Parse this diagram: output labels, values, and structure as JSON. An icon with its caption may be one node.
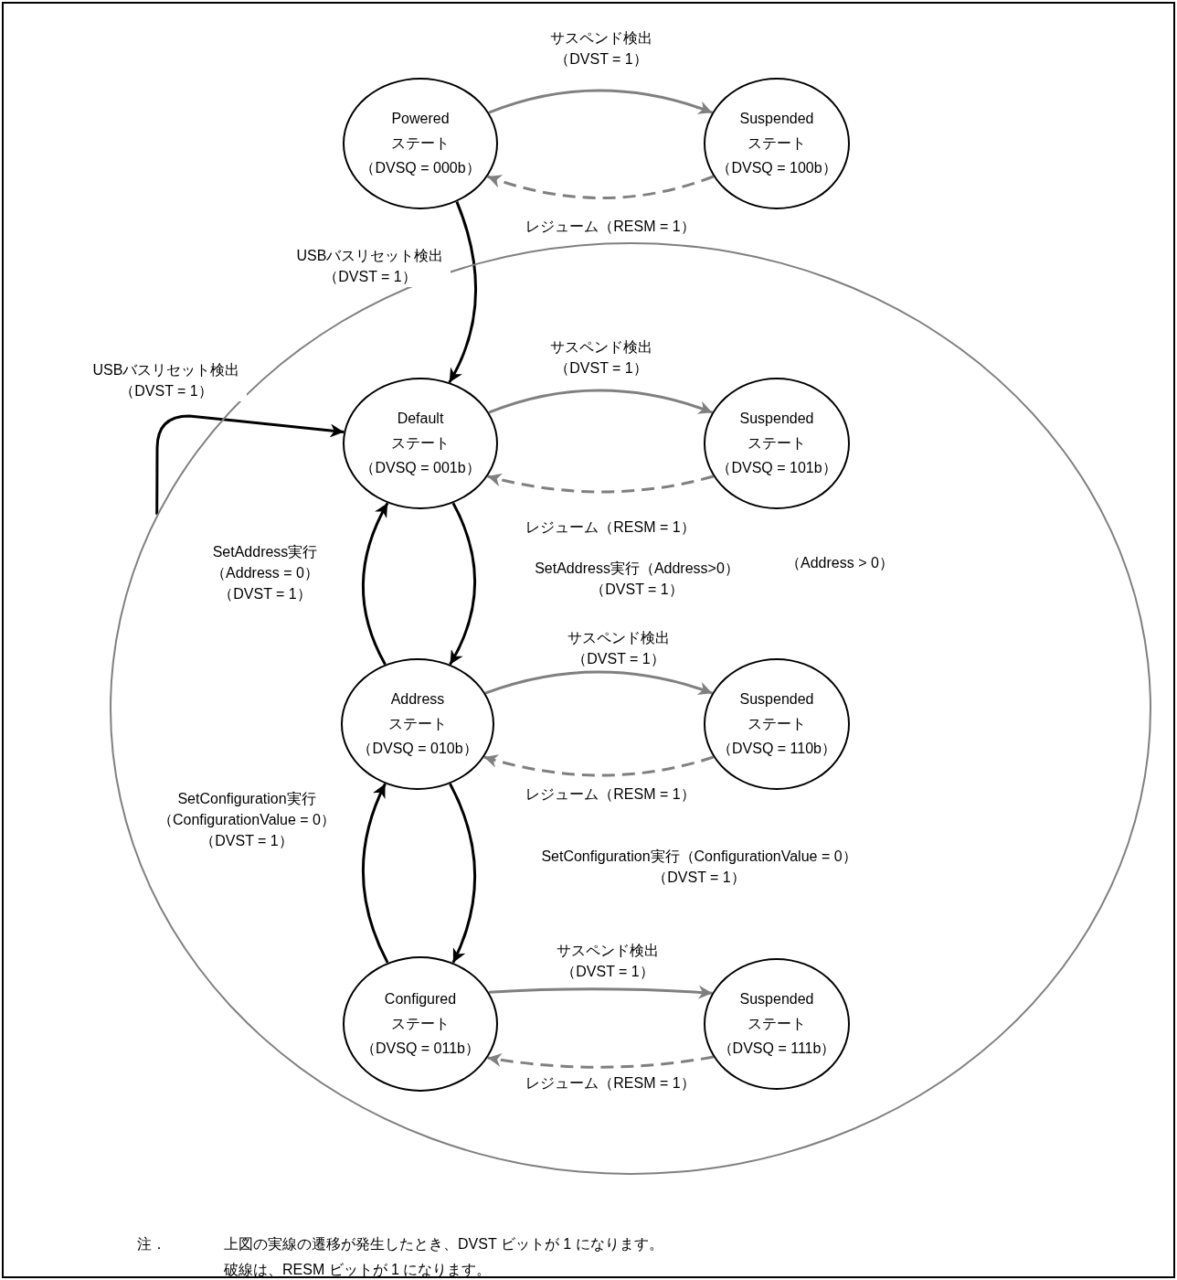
{
  "diagram": {
    "nodes": [
      {
        "text": [
          "Powered",
          "ステート",
          "（DVSQ = 000b）"
        ]
      },
      {
        "text": [
          "Suspended",
          "ステート",
          "（DVSQ = 100b）"
        ]
      },
      {
        "text": [],
        "shape": "ellipse"
      },
      {
        "text": [
          "Default",
          "ステート",
          "（DVSQ = 001b）"
        ],
        "in": 2
      },
      {
        "text": [
          "Suspended",
          "ステート",
          "（DVSQ = 101b）"
        ],
        "in": 2
      },
      {
        "text": [
          "Address",
          "ステート",
          "（DVSQ = 010b）"
        ],
        "in": 2
      },
      {
        "text": [
          "Suspended",
          "ステート",
          "（DVSQ = 110b）"
        ],
        "in": 2
      },
      {
        "text": [
          "Configured",
          "ステート",
          "（DVSQ = 011b）"
        ],
        "in": 2
      },
      {
        "text": [
          "Suspended",
          "ステート",
          "（DVSQ = 111b）"
        ],
        "in": 2
      }
    ],
    "edges": [
      {
        "from": 0,
        "to": 1,
        "arrow": "to",
        "label": "サスペンド検出（DVST = 1）"
      },
      {
        "from": 1,
        "to": 0,
        "arrow": "to",
        "style": "dashed",
        "label": "レジューム（RESM = 1）"
      },
      {
        "from": 0,
        "to": 3,
        "arrow": "to",
        "color": "#000000",
        "label": "USBバスリセット検出（DVST = 1）"
      },
      {
        "from": 2,
        "to": 3,
        "arrow": "to",
        "color": "#000000",
        "label": "USBバスリセット検出（DVST = 1）"
      },
      {
        "from": 3,
        "to": 4,
        "arrow": "to",
        "label": "サスペンド検出（DVST = 1）"
      },
      {
        "from": 4,
        "to": 3,
        "arrow": "to",
        "style": "dashed",
        "label": "レジューム（RESM = 1）"
      },
      {
        "from": 5,
        "to": 3,
        "arrow": "to",
        "color": "#000000",
        "label": "SetAddress実行（Address = 0）（DVST = 1）"
      },
      {
        "from": 3,
        "to": 5,
        "arrow": "to",
        "color": "#000000",
        "label": "SetAddress実行（Address>0）（DVST = 1）"
      },
      {
        "from": 5,
        "to": 6,
        "arrow": "to",
        "label": "サスペンド検出（DVST = 1）"
      },
      {
        "from": 6,
        "to": 5,
        "arrow": "to",
        "style": "dashed",
        "label": "レジューム（RESM = 1）"
      },
      {
        "from": 7,
        "to": 5,
        "arrow": "to",
        "color": "#000000",
        "label": "SetConfiguration実行（ConfigurationValue = 0）（DVST = 1）"
      },
      {
        "from": 5,
        "to": 7,
        "arrow": "to",
        "color": "#000000",
        "label": "SetConfiguration実行（ConfigurationValue = 0）（DVST = 1）"
      },
      {
        "from": 7,
        "to": 8,
        "arrow": "to",
        "label": "サスペンド検出（DVST = 1）"
      },
      {
        "from": 8,
        "to": 7,
        "arrow": "to",
        "style": "dashed",
        "label": "レジューム（RESM = 1）"
      }
    ],
    "labels": [
      "（Address > 0）",
      "注．",
      "上図の実線の遷移が発生したとき、DVST ビットが 1 になります。",
      "破線は、RESM ビットが 1 になります。"
    ]
  }
}
